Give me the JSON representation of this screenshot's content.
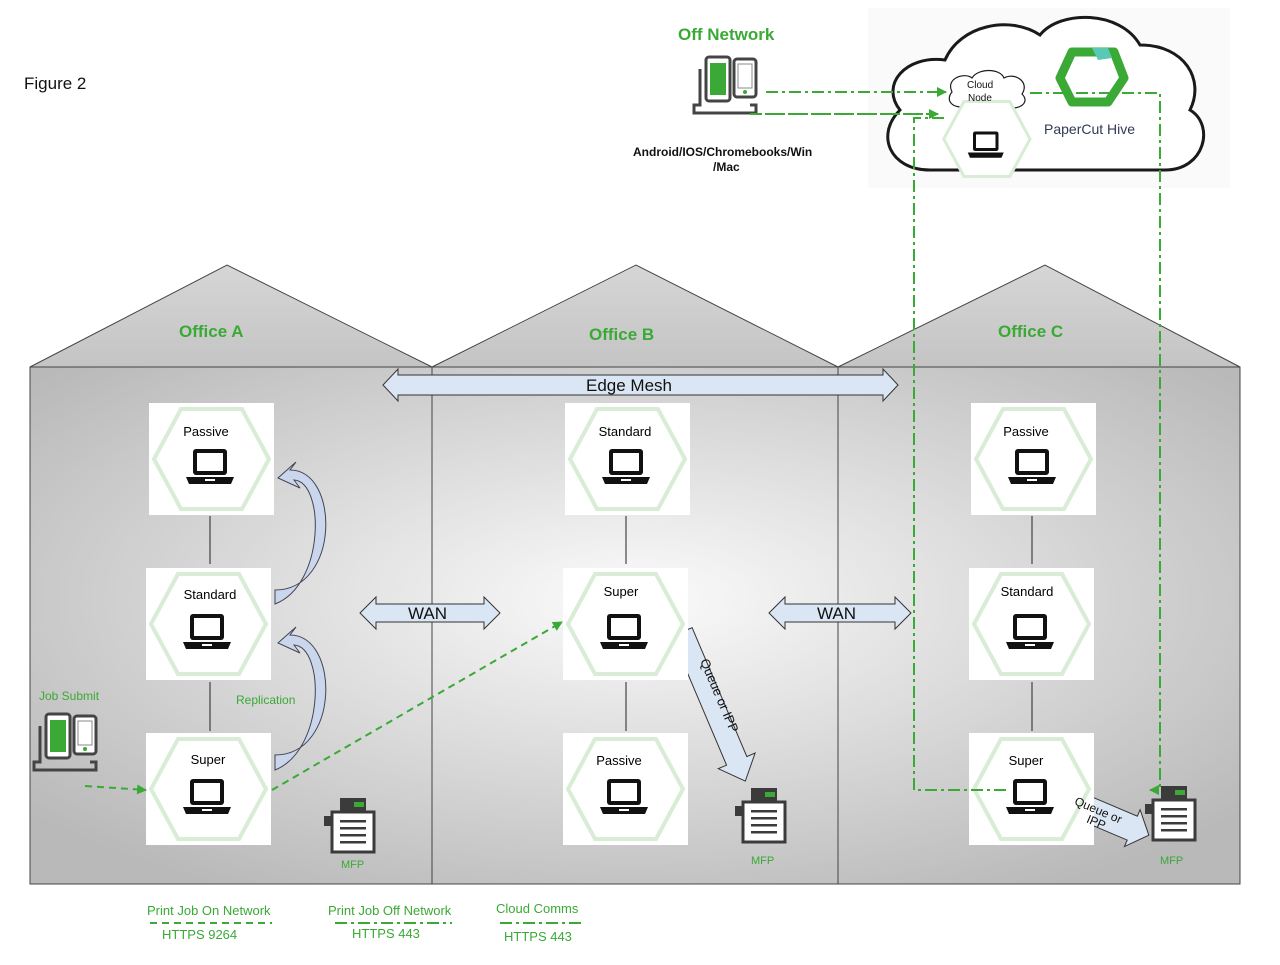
{
  "figure_label": "Figure 2",
  "off_network": {
    "title": "Off Network",
    "devices_caption_line1": "Android/IOS/Chromebooks/Win",
    "devices_caption_line2": "/Mac"
  },
  "cloud": {
    "node_line1": "Cloud",
    "node_line2": "Node",
    "brand": "PaperCut Hive"
  },
  "offices": [
    {
      "name": "Office A",
      "nodes": [
        "Passive",
        "Standard",
        "Super"
      ]
    },
    {
      "name": "Office B",
      "nodes": [
        "Standard",
        "Super",
        "Passive"
      ]
    },
    {
      "name": "Office C",
      "nodes": [
        "Passive",
        "Standard",
        "Super"
      ]
    }
  ],
  "edge_mesh": "Edge Mesh",
  "wan_label": "WAN",
  "job_submit": "Job Submit",
  "replication": "Replication",
  "queue_or_ipp": "Queue or IPP",
  "queue_or_ipp_line1": "Queue or",
  "queue_or_ipp_line2": "IPP",
  "mfp": "MFP",
  "legend": [
    {
      "title": "Print Job On Network",
      "protocol": "HTTPS 9264"
    },
    {
      "title": "Print Job Off Network",
      "protocol": "HTTPS 443"
    },
    {
      "title": "Cloud Comms",
      "protocol": "HTTPS 443"
    }
  ],
  "colors": {
    "green": "#3aa935",
    "arrow_fill": "#dbe6f4",
    "building": "#cfcfcf"
  }
}
